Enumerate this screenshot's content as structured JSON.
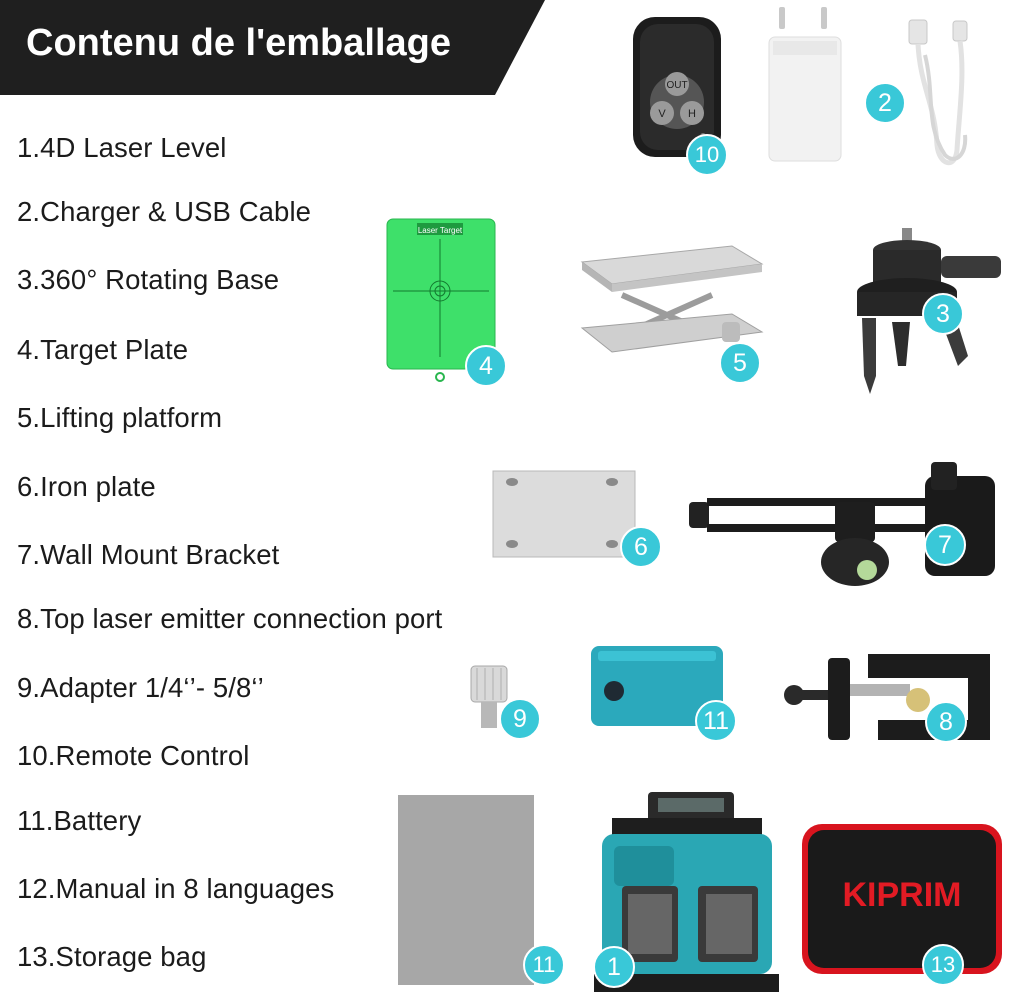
{
  "header": {
    "title": "Contenu de l'emballage"
  },
  "items": [
    "1.4D Laser Level",
    "2.Charger & USB Cable",
    "3.360° Rotating Base",
    "4.Target Plate",
    "5.Lifting platform",
    "6.Iron plate",
    "7.Wall Mount Bracket",
    "8.Top laser emitter connection port",
    "9.Adapter 1/4‘’- 5/8‘’",
    "10.Remote Control",
    "11.Battery",
    "12.Manual in 8 languages",
    "13.Storage bag"
  ],
  "badges": {
    "remote": "10",
    "charger_cable": "2",
    "target_plate": "4",
    "lifting_platform": "5",
    "rotating_base": "3",
    "iron_plate": "6",
    "wall_bracket": "7",
    "adapter": "9",
    "battery": "11",
    "connection_port": "8",
    "manual": "11",
    "laser_level": "1",
    "storage_bag": "13"
  },
  "product_labels": {
    "target_plate_title": "Laser Target",
    "remote_buttons": [
      "OUT",
      "V",
      "H"
    ],
    "storage_bag_brand": "KIPRIM"
  },
  "colors": {
    "banner": "#1f1f1f",
    "badge": "#39c8d8",
    "laser_body": "#2aa7b4",
    "target_green": "#3ee06a",
    "bag_red": "#d8141e"
  }
}
